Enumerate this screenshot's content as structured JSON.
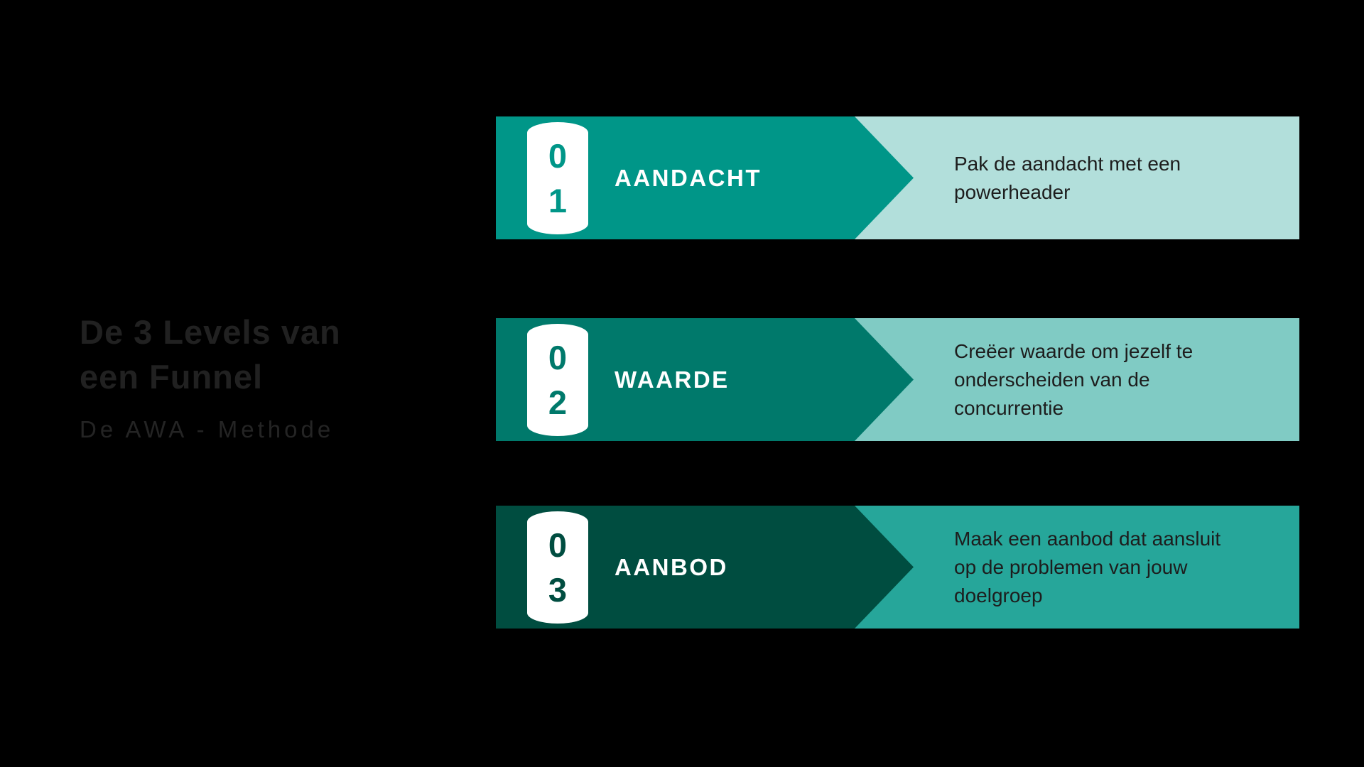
{
  "canvas": {
    "background": "#000000"
  },
  "header": {
    "title_line1": "De 3 Levels van",
    "title_line2": "een Funnel",
    "subtitle": "De AWA - Methode",
    "title_color": "#212121"
  },
  "steps": [
    {
      "number_top": "0",
      "number_bottom": "1",
      "label": "AANDACHT",
      "description_lines": [
        "Pak de aandacht met een",
        "powerheader"
      ],
      "bar_color": "#009688",
      "panel_color": "#B2DFDB"
    },
    {
      "number_top": "0",
      "number_bottom": "2",
      "label": "WAARDE",
      "description_lines": [
        "Creëer waarde om jezelf te",
        "onderscheiden van de",
        "concurrentie"
      ],
      "bar_color": "#00796B",
      "panel_color": "#80CBC4"
    },
    {
      "number_top": "0",
      "number_bottom": "3",
      "label": "AANBOD",
      "description_lines": [
        "Maak een aanbod dat aansluit",
        "op de problemen van jouw",
        "doelgroep"
      ],
      "bar_color": "#004D40",
      "panel_color": "#26A69A"
    }
  ],
  "description_text_color": "#1D1D1D"
}
